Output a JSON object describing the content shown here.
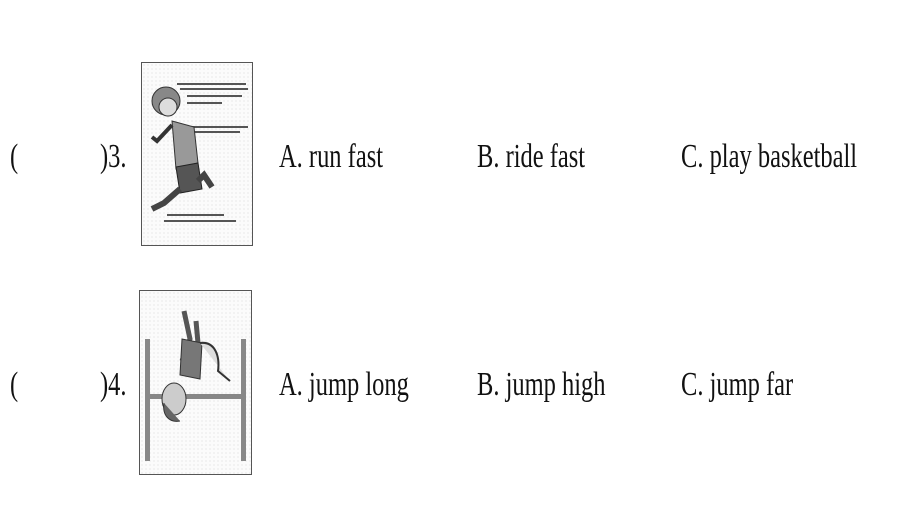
{
  "questions": [
    {
      "number": "3.",
      "paren_open": "(",
      "paren_close": ")",
      "picture": "running-boy-icon",
      "options": [
        {
          "label": "A. run fast"
        },
        {
          "label": "B. ride fast"
        },
        {
          "label": "C. play basketball"
        }
      ]
    },
    {
      "number": "4.",
      "paren_open": "(",
      "paren_close": ")",
      "picture": "high-jump-icon",
      "options": [
        {
          "label": "A. jump long"
        },
        {
          "label": "B. jump high"
        },
        {
          "label": "C. jump far"
        }
      ]
    }
  ]
}
